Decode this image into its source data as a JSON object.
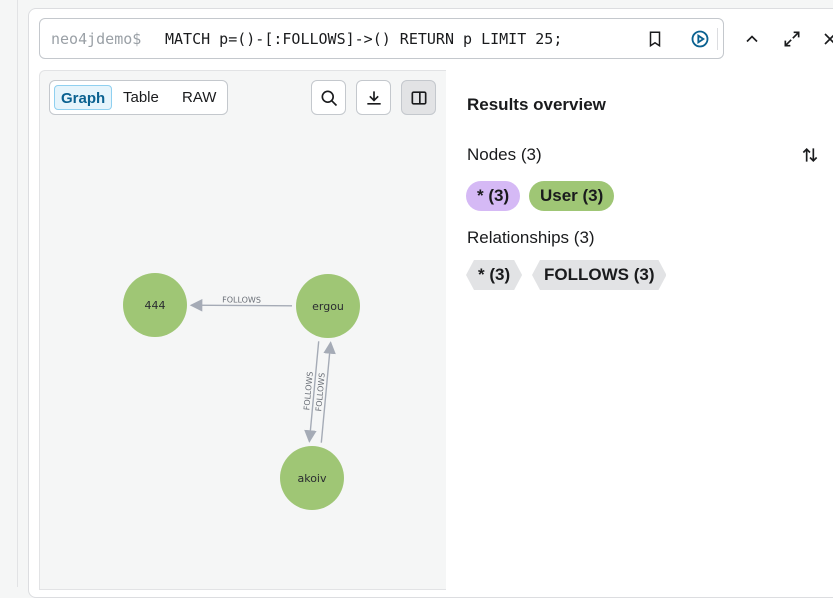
{
  "editor": {
    "prompt": "neo4jdemo$",
    "query": "MATCH p=()-[:FOLLOWS]->() RETURN p LIMIT 25;"
  },
  "view_modes": [
    {
      "label": "Graph",
      "active": true
    },
    {
      "label": "Table",
      "active": false
    },
    {
      "label": "RAW",
      "active": false
    }
  ],
  "graph": {
    "nodes": [
      {
        "id": "444",
        "label": "444",
        "color": "#9fc675"
      },
      {
        "id": "ergou",
        "label": "ergou",
        "color": "#9fc675"
      },
      {
        "id": "akoiv",
        "label": "akoiv",
        "color": "#9fc675"
      }
    ],
    "relationships": [
      {
        "from": "ergou",
        "to": "444",
        "type": "FOLLOWS"
      },
      {
        "from": "ergou",
        "to": "akoiv",
        "type": "FOLLOWS"
      },
      {
        "from": "akoiv",
        "to": "ergou",
        "type": "FOLLOWS"
      }
    ]
  },
  "results": {
    "title": "Results overview",
    "nodes_label": "Nodes (3)",
    "node_pills": [
      {
        "label": "* (3)",
        "color": "#d5b9f5"
      },
      {
        "label": "User (3)",
        "color": "#9fc675"
      }
    ],
    "rels_label": "Relationships (3)",
    "rel_tags": [
      {
        "label": "* (3)"
      },
      {
        "label": "FOLLOWS (3)"
      }
    ]
  },
  "colors": {
    "accent": "#0a6190",
    "node_green": "#9fc675",
    "edge_gray": "#a5abb6"
  }
}
